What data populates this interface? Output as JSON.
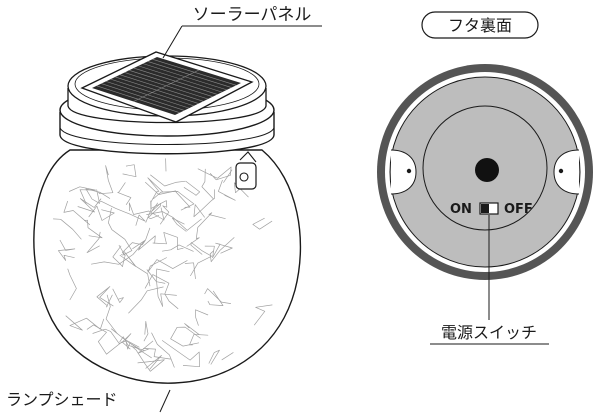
{
  "labels": {
    "solar_panel": "ソーラーパネル",
    "lid_back": "フタ裏面",
    "power_switch": "電源スイッチ",
    "lamp_shade": "ランプシェード",
    "switch_on": "ON",
    "switch_off": "OFF"
  },
  "colors": {
    "line": "#1a1a1a",
    "lid_ring": "#555555",
    "lid_face": "#bdbdbd",
    "lid_gap": "#ffffff",
    "panel_dark": "#2b2b2b",
    "globe_fill": "#ffffff",
    "crack": "#9a9a9a"
  }
}
